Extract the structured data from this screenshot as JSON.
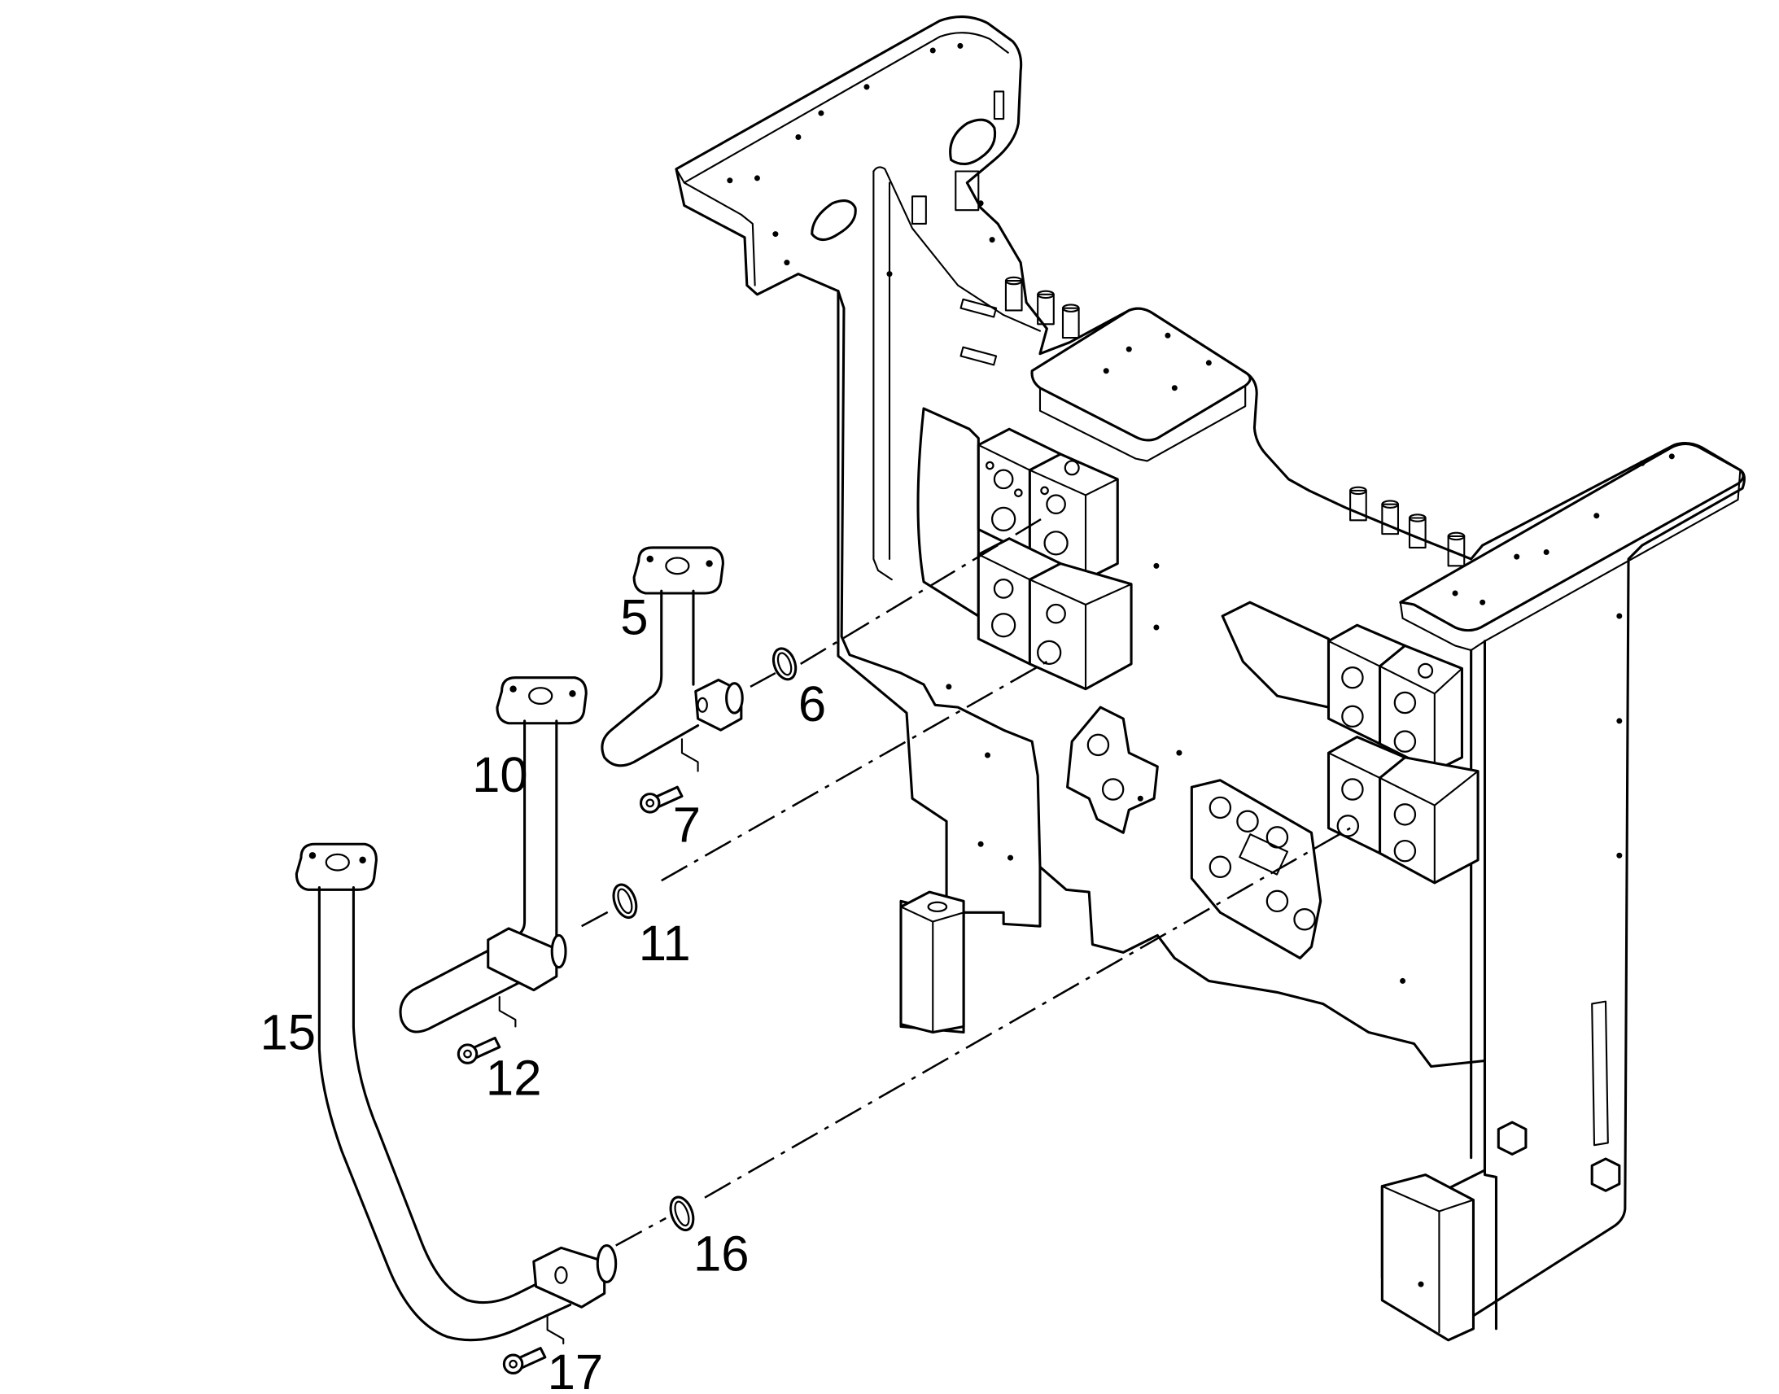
{
  "callouts": {
    "p5": "5",
    "p6": "6",
    "p7": "7",
    "p10": "10",
    "p11": "11",
    "p12": "12",
    "p15": "15",
    "p16": "16",
    "p17": "17"
  },
  "colors": {
    "line": "#000000",
    "background": "#ffffff"
  }
}
